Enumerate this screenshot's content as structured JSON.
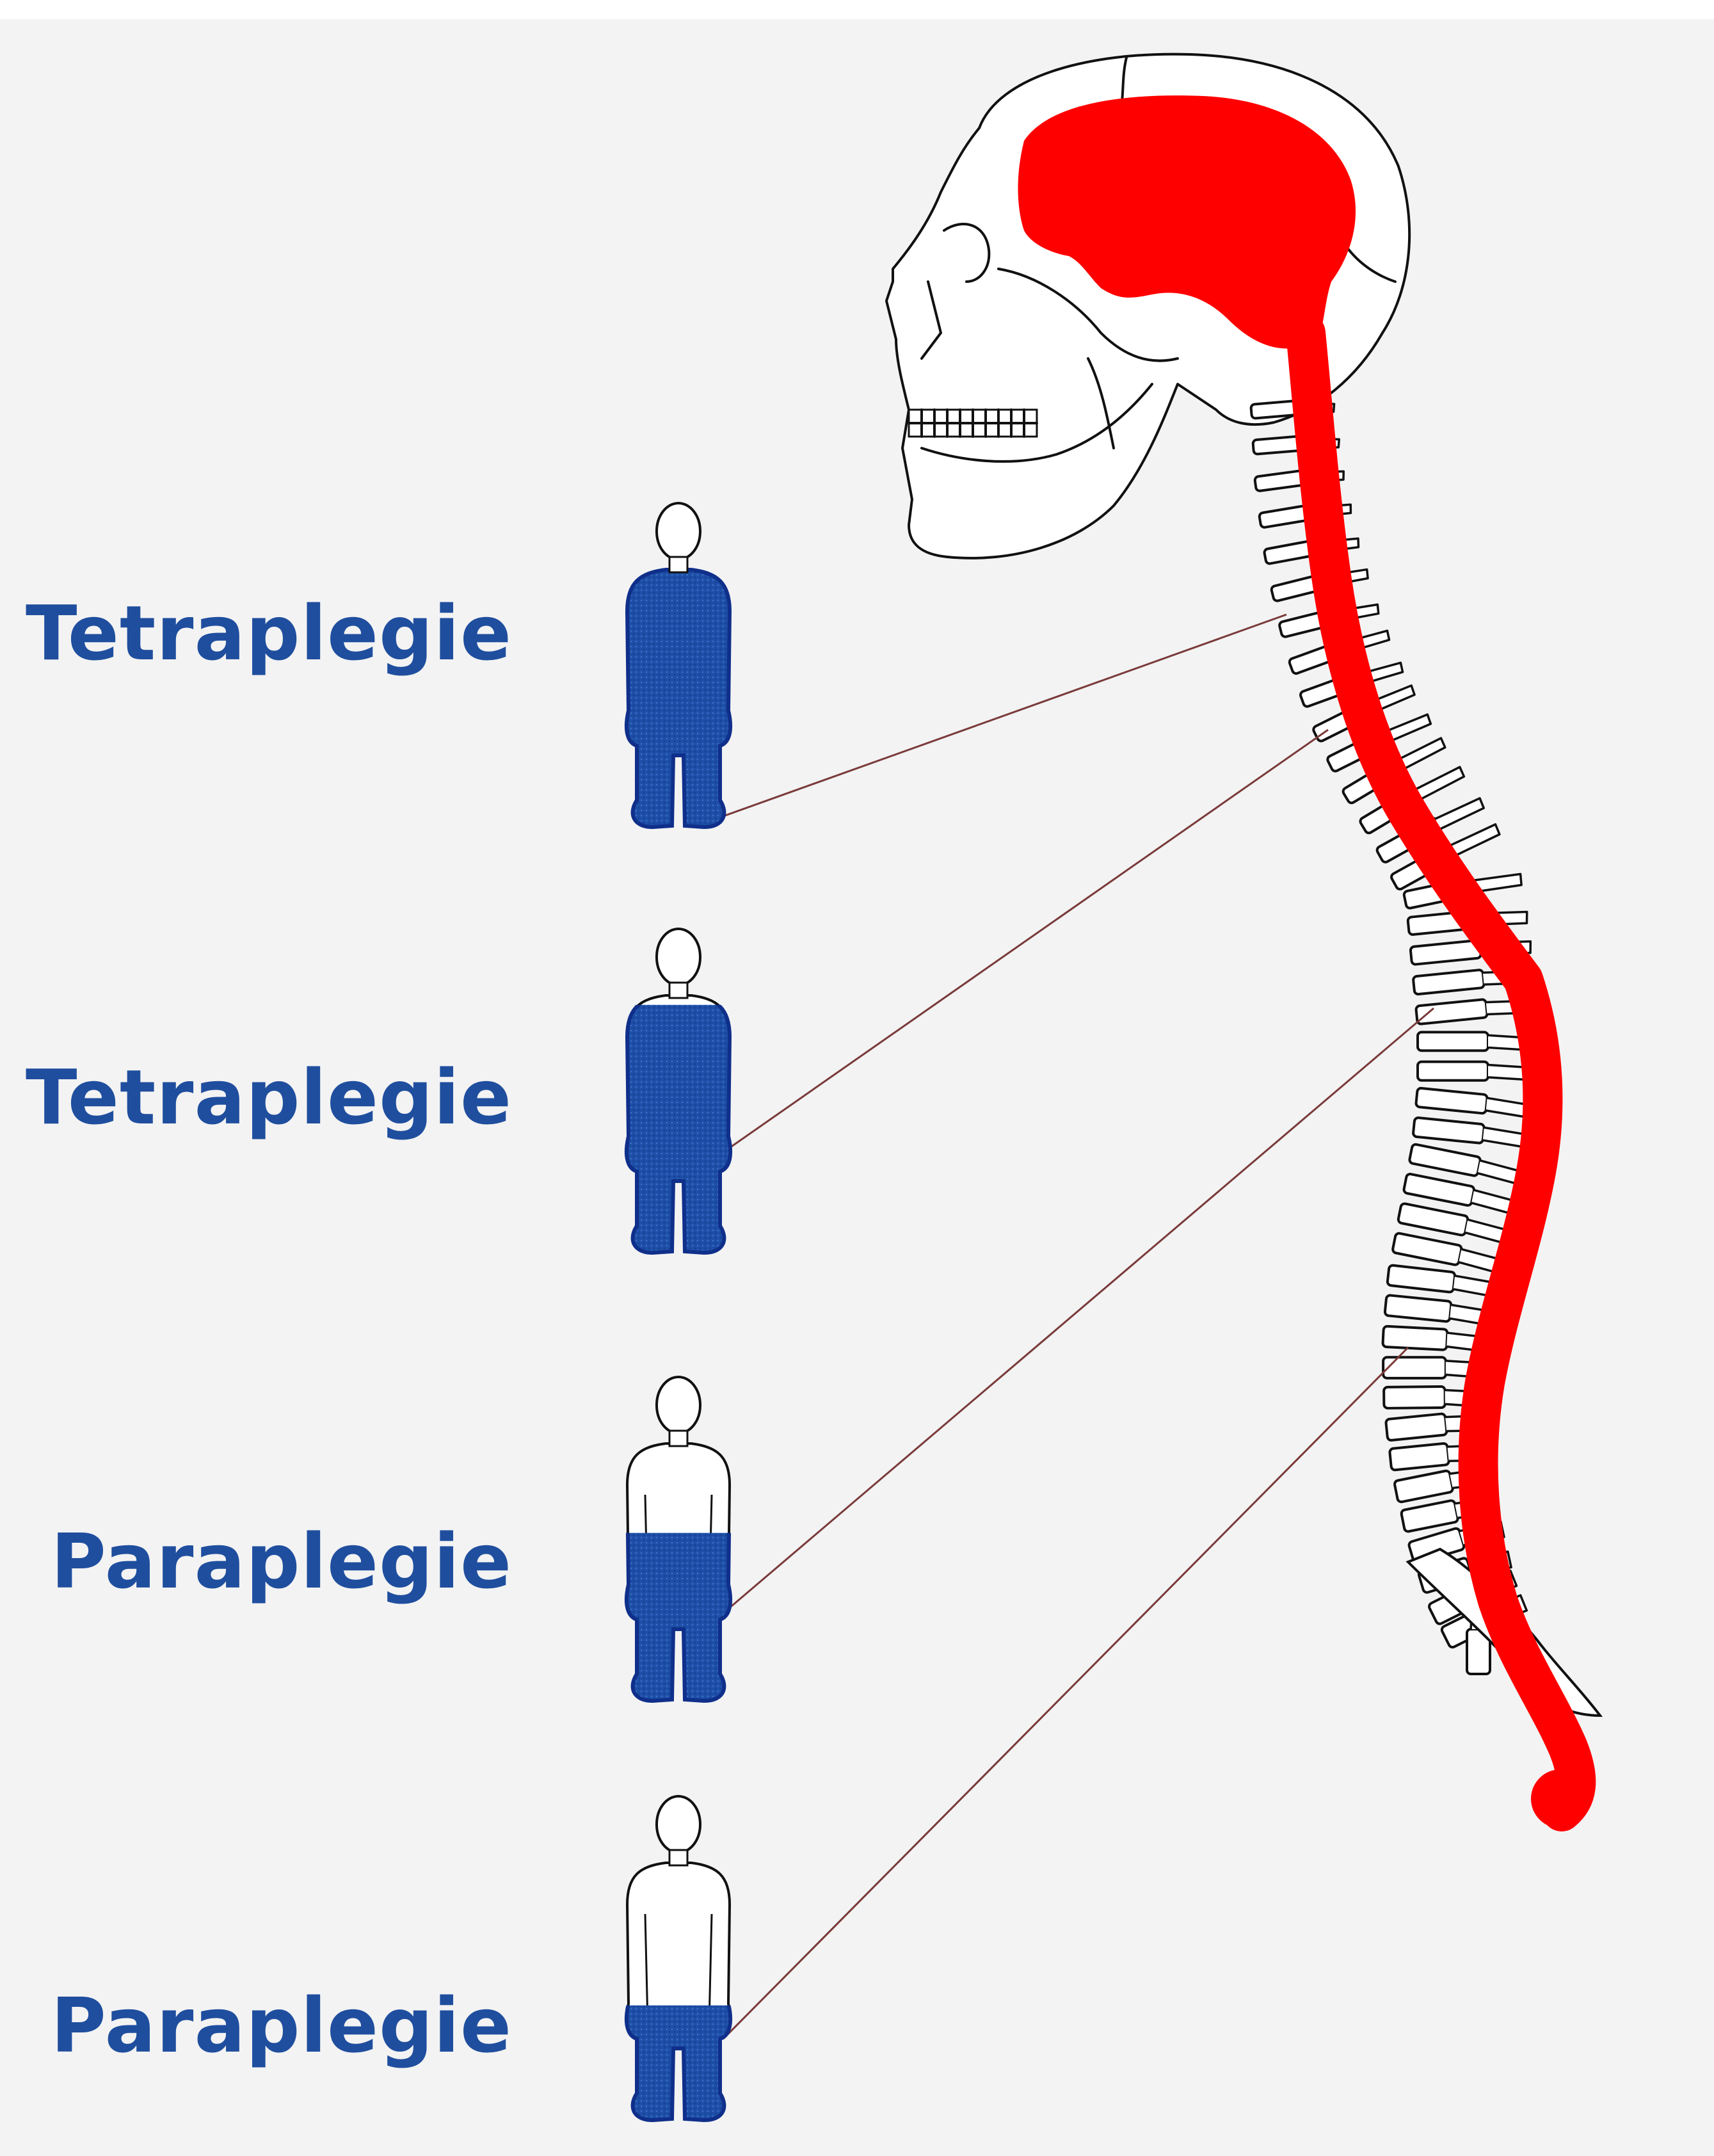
{
  "colors": {
    "background": "#f3f3f3",
    "label_text": "#1f4e9e",
    "figure_fill": "#1d4fa8",
    "figure_stroke": "#0f2f8a",
    "spinal_cord": "#ff0000",
    "leader_line": "#7a3a3a"
  },
  "levels": [
    {
      "label": "Tetraplegie",
      "affected_from": "neck"
    },
    {
      "label": "Tetraplegie",
      "affected_from": "shoulders"
    },
    {
      "label": "Paraplegie",
      "affected_from": "waist"
    },
    {
      "label": "Paraplegie",
      "affected_from": "hips"
    }
  ],
  "icons": {
    "skeleton": "skull-and-spine-icon",
    "person": "person-figure-icon"
  }
}
